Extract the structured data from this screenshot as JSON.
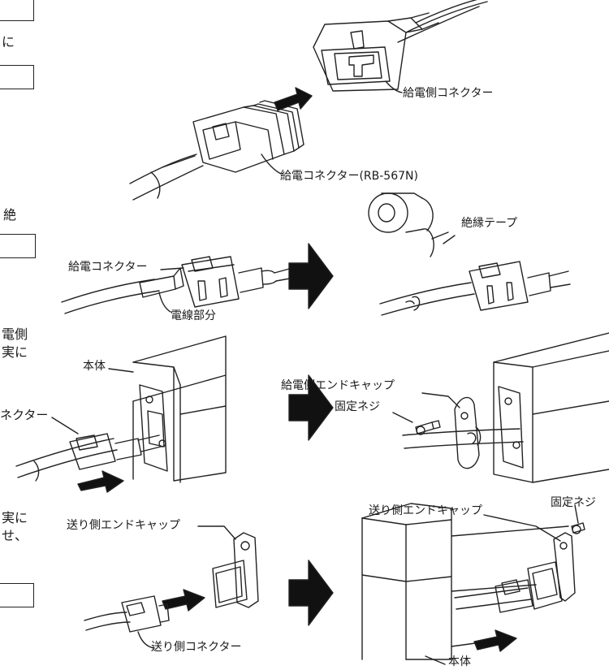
{
  "left_text": {
    "frag_ni_top": "に",
    "frag_zetsu": "絶",
    "frag_denkawa": "電側",
    "frag_jitsuni_1": "実に",
    "frag_connector_cut": "ネクター",
    "frag_jitsuni_2": "実に",
    "frag_se": "せ、"
  },
  "step1": {
    "feed_side_connector": "給電側コネクター",
    "feed_connector_model": "給電コネクター(RB-567N)"
  },
  "step2": {
    "feed_connector": "給電コネクター",
    "wire_part": "電線部分",
    "insulating_tape": "絶縁テープ"
  },
  "step3": {
    "body": "本体",
    "feed_side_end_cap": "給電側エンドキャップ",
    "fixing_screw": "固定ネジ"
  },
  "step4": {
    "send_side_end_cap_left": "送り側エンドキャップ",
    "send_side_connector": "送り側コネクター",
    "send_side_end_cap_right": "送り側エンドキャップ",
    "fixing_screw_cut": "固定ネジ",
    "body": "本体"
  },
  "colors": {
    "line": "#222222",
    "arrow": "#111111",
    "background": "#ffffff"
  }
}
